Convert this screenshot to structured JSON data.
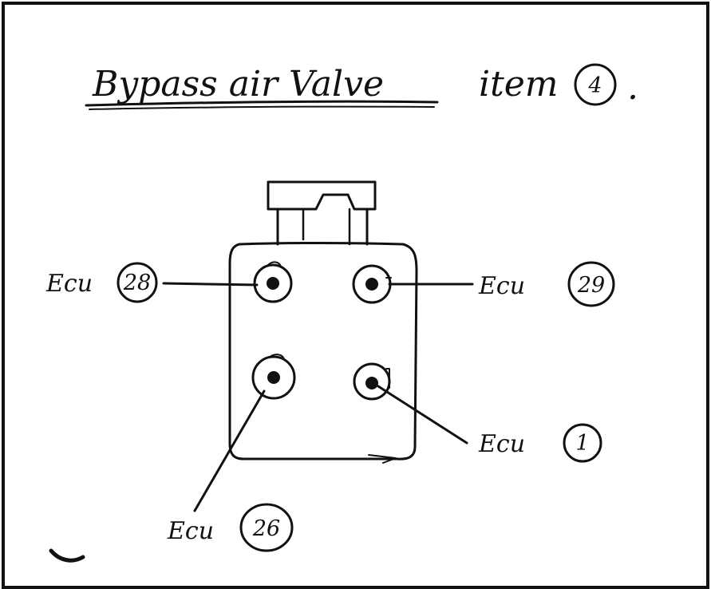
{
  "title": {
    "text": "Bypass air Valve",
    "suffix": "item",
    "item_number": "4",
    "period": "."
  },
  "labels": [
    {
      "id": "ecu-28",
      "prefix": "Ecu",
      "pin": "28"
    },
    {
      "id": "ecu-29",
      "prefix": "Ecu",
      "pin": "29"
    },
    {
      "id": "ecu-1",
      "prefix": "Ecu",
      "pin": "1"
    },
    {
      "id": "ecu-26",
      "prefix": "Ecu",
      "pin": "26"
    }
  ],
  "ink_color": "#111111",
  "background_color": "#ffffff"
}
